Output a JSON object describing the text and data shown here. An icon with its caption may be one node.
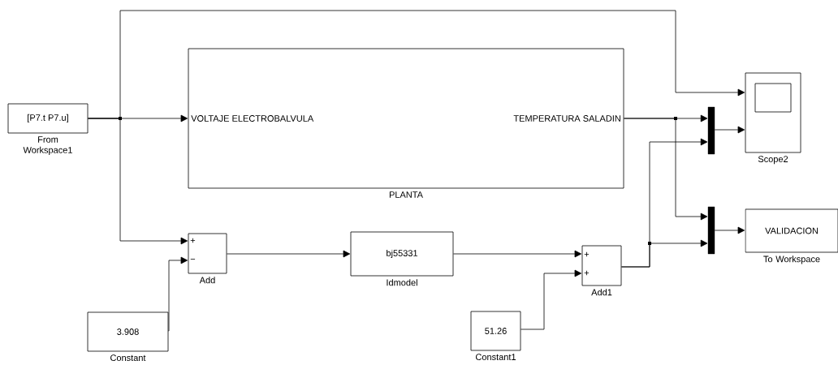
{
  "diagram": {
    "nodes": [
      {
        "text": [
          "[P7.t P7.u]"
        ],
        "beside": [
          "From Workspace1"
        ]
      },
      {
        "text": [
          "VOLTAJE ELECTROBALVULA",
          "TEMPERATURA SALADIN"
        ],
        "beside": [
          "PLANTA"
        ]
      },
      {
        "text": [
          "+",
          "−"
        ],
        "beside": [
          "Add"
        ]
      },
      {
        "text": [
          "bj55331"
        ],
        "beside": [
          "Idmodel"
        ]
      },
      {
        "text": [
          "+",
          "+"
        ],
        "beside": [
          "Add1"
        ]
      },
      {
        "text": [
          "3.908"
        ],
        "beside": [
          "Constant"
        ]
      },
      {
        "text": [
          "51.26"
        ],
        "beside": [
          "Constant1"
        ]
      },
      {
        "text": [],
        "shape": "bar"
      },
      {
        "text": [],
        "shape": "bar"
      },
      {
        "text": [],
        "shape": "box",
        "beside": [
          "Scope2"
        ]
      },
      {
        "text": [
          "VALIDACION"
        ],
        "beside": [
          "To Workspace"
        ]
      }
    ],
    "edges": [
      {
        "from": 0,
        "to": 1,
        "arrow": "to"
      },
      {
        "from": 0,
        "to": 9,
        "arrow": "to"
      },
      {
        "from": 0,
        "to": 2,
        "arrow": "to"
      },
      {
        "from": 5,
        "to": 2,
        "arrow": "to"
      },
      {
        "from": 2,
        "to": 3,
        "arrow": "to"
      },
      {
        "from": 3,
        "to": 4,
        "arrow": "to"
      },
      {
        "from": 6,
        "to": 4,
        "arrow": "to"
      },
      {
        "from": 1,
        "to": 7,
        "arrow": "to"
      },
      {
        "from": 1,
        "to": 8,
        "arrow": "to"
      },
      {
        "from": 4,
        "to": 7,
        "arrow": "to"
      },
      {
        "from": 4,
        "to": 8,
        "arrow": "to"
      },
      {
        "from": 7,
        "to": 9,
        "arrow": "to"
      },
      {
        "from": 8,
        "to": 10,
        "arrow": "to"
      }
    ]
  }
}
